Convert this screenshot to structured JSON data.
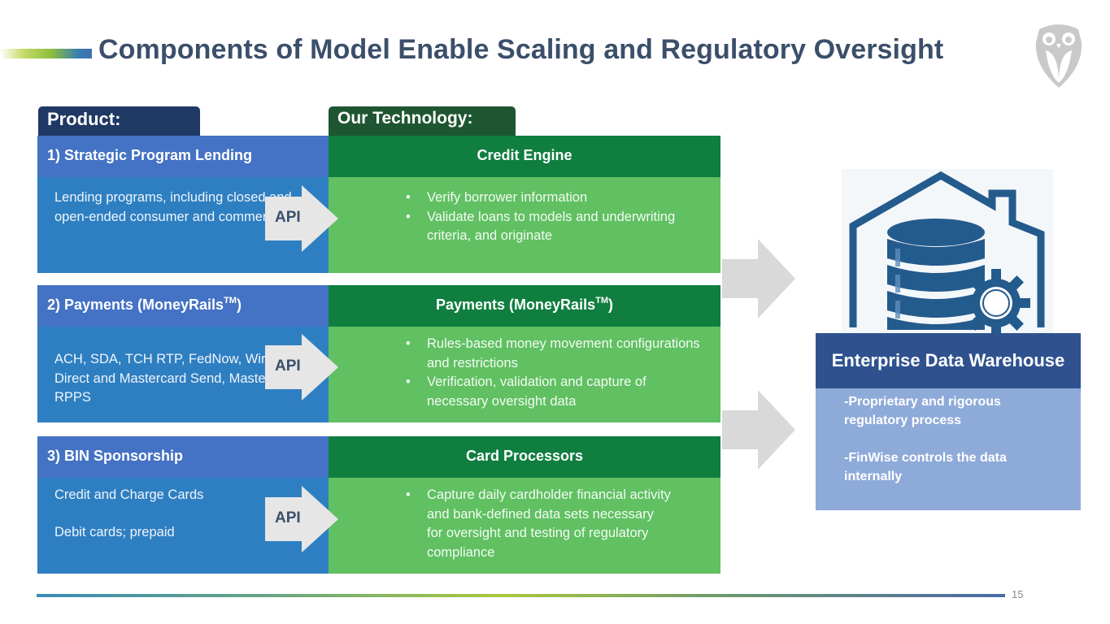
{
  "header": {
    "title": "Components of Model Enable Scaling and Regulatory Oversight",
    "logo_icon": "owl-logo-icon"
  },
  "tabs": {
    "product": "Product:",
    "technology": "Our Technology:"
  },
  "rows": [
    {
      "product_title": "1) Strategic Program Lending",
      "product_title_sup": "",
      "product_title_suffix": "",
      "product_lines": [
        "Lending programs, including closed and open-ended consumer and commercial"
      ],
      "api_label": "API",
      "tech_title": "Credit Engine",
      "tech_title_sup": "",
      "tech_title_suffix": "",
      "tech_bullets": [
        "Verify borrower information",
        "Validate loans to models and underwriting criteria, and originate"
      ]
    },
    {
      "product_title": "2) Payments (MoneyRails",
      "product_title_sup": "TM",
      "product_title_suffix": ")",
      "product_lines": [
        "ACH, SDA, TCH RTP, FedNow, Wire, Visa Direct and Mastercard Send, Mastercard RPPS"
      ],
      "api_label": "API",
      "tech_title": "Payments (MoneyRails",
      "tech_title_sup": "TM",
      "tech_title_suffix": ")",
      "tech_bullets": [
        "Rules-based money movement configurations and restrictions",
        "Verification, validation and capture of necessary oversight data"
      ]
    },
    {
      "product_title": "3) BIN Sponsorship",
      "product_title_sup": "",
      "product_title_suffix": "",
      "product_lines": [
        "Credit and Charge Cards",
        "Debit cards; prepaid"
      ],
      "api_label": "API",
      "tech_title": "Card Processors",
      "tech_title_sup": "",
      "tech_title_suffix": "",
      "tech_bullets": [
        "Capture daily cardholder financial activity and bank-defined data sets necessary for oversight and testing of regulatory compliance"
      ]
    }
  ],
  "warehouse": {
    "icon": "data-warehouse-icon",
    "title": "Enterprise Data Warehouse",
    "points": [
      "-Proprietary and rigorous regulatory process",
      "-FinWise controls the data internally"
    ]
  },
  "footer": {
    "page_number": "15"
  },
  "colors": {
    "title": "#3b4f6b",
    "product_tab": "#1f3864",
    "tech_tab": "#1e5631",
    "product_header": "#4472c4",
    "product_body": "#2e7fc1",
    "tech_header": "#0f7e3f",
    "tech_body": "#60c062",
    "api_arrow": "#e6e6e6",
    "warehouse_header": "#2f528f",
    "warehouse_body": "#8eaad9"
  }
}
